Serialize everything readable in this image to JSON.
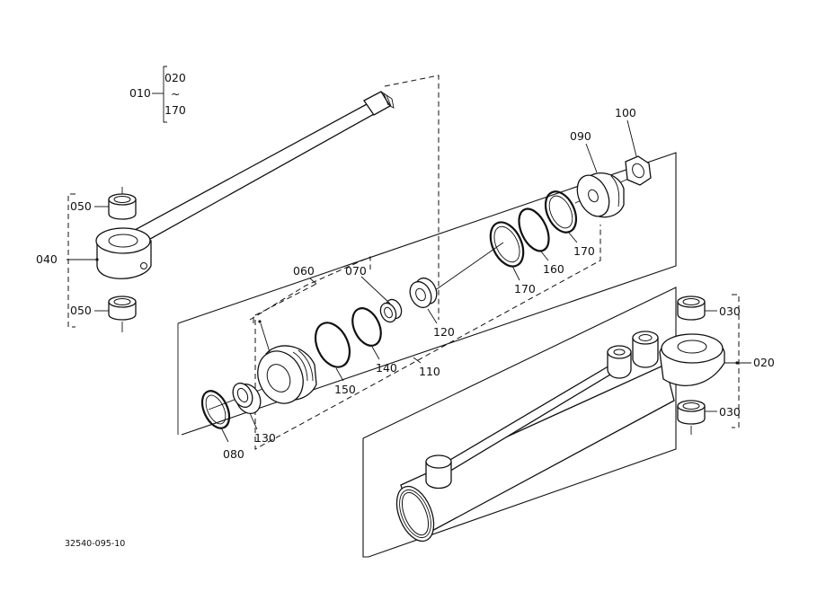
{
  "group": {
    "label": "010",
    "range_start": "020",
    "range_sep": "~",
    "range_end": "170"
  },
  "labels": {
    "p020": "020",
    "p030_top": "030",
    "p030_bot": "030",
    "p040": "040",
    "p050_top": "050",
    "p050_bot": "050",
    "p060": "060",
    "p070": "070",
    "p080": "080",
    "p090": "090",
    "p100": "100",
    "p110": "110",
    "p120": "120",
    "p130": "130",
    "p140": "140",
    "p150": "150",
    "p160": "160",
    "p170_a": "170",
    "p170_b": "170"
  },
  "footer": {
    "code": "32540-095-10"
  }
}
